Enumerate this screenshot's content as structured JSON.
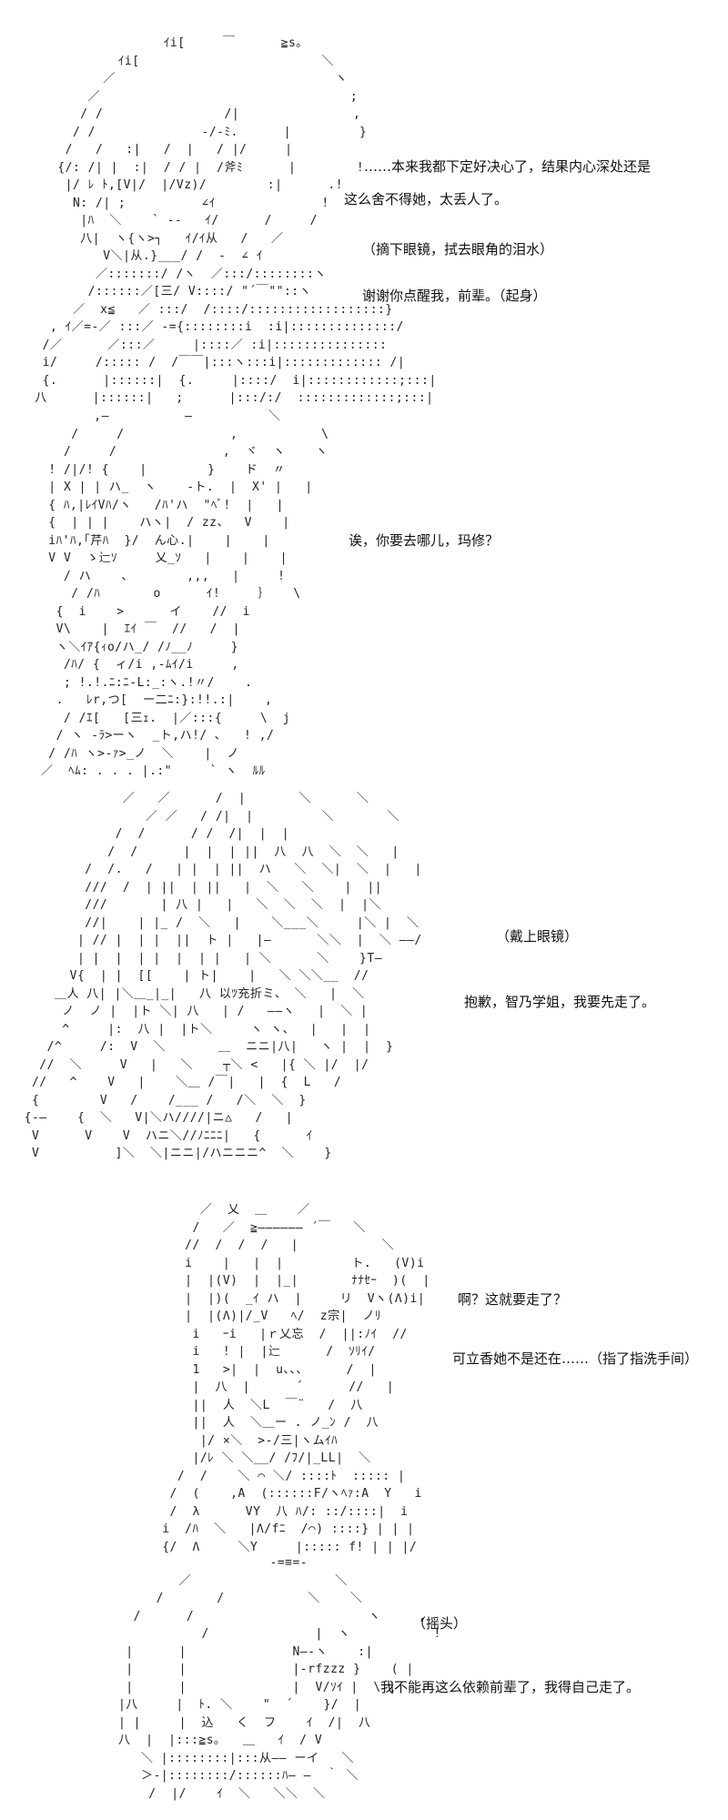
{
  "panels": [
    {
      "art": "                  ｲi[     ￣      ≧s｡\n            ｲi[                        ＼\n          ／                             ヽ\n        ／                                 ;\n       / /                /|               ,\n      / /              -/-ﾐ.      |         }\n     /   /   :|   /  |   / |/     |\n    {/: /| |  :|  / / |  /斧ﾐ      |        !\n     |/ ﾚ ﾄ,[V|/  |/Vz)/        :|      .!\n      N: /| ;          ∠ｲ              !\n       |ﾊ  ＼    ` --   ｲ/      /     /\n       八|  ヽ{ヽ>┐   ｲ/ｲ从   /   ／\n          V＼|从.}___/ /  -  ∠ ｲ\n         ／:::::::/ /ヽ  ／:::/::::::::ヽ\n        /::::::／[三/ V::::/ \"´￣\"\"::ヽ\n      ／  x≦   ／ :::/  /::::/::::::::::::::::::}\n   , ｲ／=-／ :::／ -={::::::::i  :i|::::::::::::::/\n  /／      ／:::／     |::::／ :i|:::::::::::::::\n  i/     /::::: /  /￣￣|:::ヽ:::i|::::::::::::: /|\n  {.      |::::::|  {.     |::::/  i|::::::::::::;:::|\n 八      |::::::|   ;      |:::/:/  :::::::::::::;:::|",
      "lines": [
        "……本来我都下定好决心了，结果内心深处还是",
        "这么舍不得她，太丢人了。",
        "（摘下眼镜，拭去眼角的泪水）",
        "谢谢你点醒我，前辈。（起身）"
      ]
    },
    {
      "art": "          ,—          —          ＼\n       /     /              ,           \\\n      /     /              ,  ヾ  ヽ    ヽ\n    ! /|/! {    |        }    ド  〃\n    | X | | ハ_  ヽ    -ト.  |  X' |   |\n    { ﾊ,|ﾚｲVﾊ/ヽ   /ﾊ'ハ  \"ﾍﾞ!  |   |\n    {  | | |    ハヽ|  / zz、  V    |\n    iﾊ'ﾊ,｢芹ﾊ  }/  ん心.|    |    |\n    V V  ゝ辷ｿ     乂_ｿ   |    |    |\n      / ハ    、       ,,,   |     !\n       / /ﾊ       o      ｲ!     ｝   \\\n     {  i    >      イ    //  i\n     V\\    |  ｴｲ ￣  //   /  |\n     ヽ＼ｲｱ{ｨo/ハ_/ /ﾉ__ﾉ     }\n      /ﾊ/ {  ィ/i ,-ﾑｲ/i     ,\n      ; !.!.ﾆ:ﾆ-L:_:ヽ.!〃/    .\n     .   ﾚr,つ[  ー二ﾆ:}:!!.:|    ,\n      / /ｴ[   [三ｪ.  |／:::{     \\  j\n     / ヽ -ﾗ>ーヽ  _ト,ハ!/ ､   ! ,/\n    / /ﾊ ヽ>-ｧ>_ノ  ＼    |  ノ\n   ／  ﾍﾑ: . . . |.:\"     ` ヽ  ﾙﾙ",
      "lines": [
        "诶，你要去哪儿，玛修？"
      ]
    },
    {
      "art": "               ／   ／      /  |       ＼      ＼\n                  ／ ／   / /|  |         ＼       ＼\n              /  /      / /  /|  |  |\n             /  /      |  |  | ||  八  八  ＼  ＼   |\n          /  /.   /   | |  | ||  ハ   ＼  ＼|  ＼  |   |\n          ///  /  | ||  | ||   |  ＼   ＼    |  ||\n          ///       | 八 |   |   ＼  ＼  ＼  |  |＼\n          //|    | |_ /  ＼   |    ＼___＼     |＼ |  ＼\n         | // |  | |  ||  ト |   |—      ＼＼  |  ＼ ——/\n         | |  |  | |  |  | |   | ＼      ＼    }T—\n        V{  | |  [[    | ト|    |   ＼ ＼＼__  //\n      ＿人 八| |＼＿_|_|   八 以ﾂ充折ミ、 ＼   |  ＼\n       ノ  ノ |  |ト ＼| 八   | /   ——ヽ   |  ＼ |\n       ^     |:  八 |  |ト＼     ヽ ヽ、  |   |  |\n     /^     /:  V  ＼       ＿  ニニ|八|   ヽ |  |  }\n    //  ＼     V   |   ＼    ┬＼ <   |{ ＼ |/  |/\n   //   ^    V   |    ＼＿ /￣|   |  {  L   /\n   {        V   /    /___ /   /＼  ＼  }\n  {-—    {  ＼   V|＼ハ////|ニ△   /   |\n   V      V    V  ハニ＼//ﾉﾆﾆﾆ|   {      ｲ\n   V          ]＼  ＼|ニニ|/ハニニニ^  ＼    }",
      "lines": [
        "（戴上眼镜）",
        "抱歉，智乃学姐，我要先走了。"
      ]
    },
    {
      "art": "                        ／  乂  ＿    ／\n                       /   ／  ≧—————— ´￣   ＼\n                      //  /  /  /   |           ＼\n                      i    |   |  |         ト.   (V)i\n                      |  |(V)  |  |_|       ﾅﾅｾｰ  )(  |\n                      |  |)(  _ｲ ハ  |     リ  Vヽ(Λ)i|\n                      |  |(Λ)|/_V   ﾍ/  z宗|  ノﾘ\n                       i   ｰi   |ｒ乂忘  /  ||:ﾉｲ  //\n                       i   ! |  |辷      /  ｿﾘｲ/\n                       1   >|  |  u、、、     /  |\n                       |  八  |      ´      //   |\n                       ||  人  ＼L  ￣¨   /  八\n                       ||  人  ＼＿ー . ノ_ﾝ /  八\n                        |/ ×＼  >-/三|ヽムｲﾊ\n                       |/ﾚ ＼ ＼__/ /ﾌ/|_LL|  ＼\n                     /  /    ＼ ⌒ ＼/ ::::ﾄ  ::::: |\n                    /  (    ,A  (::::::F/ヽﾍｧ:A  Y   i\n                    /  λ      VY  八 ﾊ/: ::/::::|  i\n                   i  /ﾊ  ＼   |Λ/fﾆ  /⌒) ::::} | | |\n                   {/  Λ     ＼Y     |::::: f! | | |/",
      "lines": [
        "啊？这就要走了？",
        "可立香她不是还在……（指了指洗手间）"
      ]
    },
    {
      "art": "                          -=≡=-\n              ／                   ＼\n           /       /           ＼    ＼\n        /      /                       ヽ     ,\n                 /              |  ヽ           !\n       |      |              N—-ヽ    :|\n       |      |              |-rfzzz }    ( |\n       |      |              |  V/ｿｲ |  \\ |\n      |八     |  ﾄ. ＼    \"  ´    }/  |\n      | |     |  込   く  フ    ｲ  /|  八\n      八  |  |:::≧s｡   ＿   ｲ  / V\n         ＼ |::::::::|:::从—— ーイ   ＼\n         ＞-|::::::::/::::::ﾊ— —  ｀ ＼\n          /  |/    ｲ  ＼   ＼＼  ＼",
      "lines": [
        "（摇头）",
        "我不能再这么依赖前辈了，我得自己走了。"
      ]
    }
  ]
}
